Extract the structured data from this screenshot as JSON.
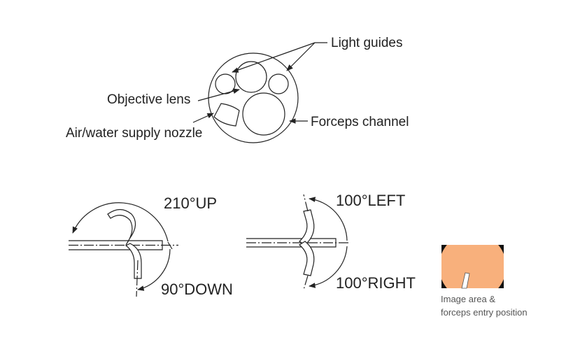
{
  "tip_face": {
    "light_guides": "Light guides",
    "objective_lens": "Objective lens",
    "air_water_nozzle": "Air/water supply nozzle",
    "forceps_channel": "Forceps channel"
  },
  "angulation_up_down": {
    "up": "210°UP",
    "down": "90°DOWN"
  },
  "angulation_left_right": {
    "left": "100°LEFT",
    "right": "100°RIGHT"
  },
  "image_area": {
    "caption_line1": "Image area &",
    "caption_line2": "forceps entry position",
    "fill_color": "#f8b07c"
  }
}
